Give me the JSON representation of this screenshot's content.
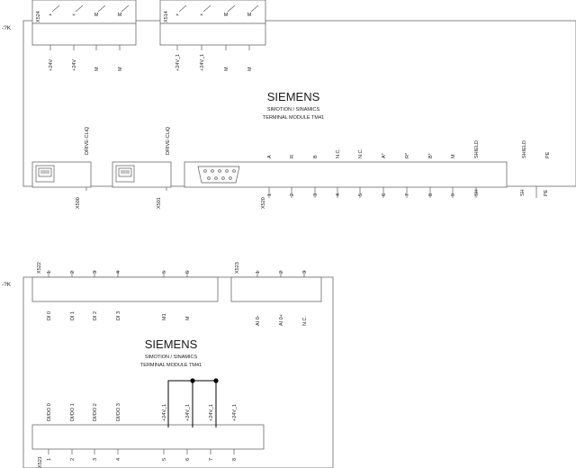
{
  "top_module": {
    "ref": "-?K",
    "brand": "SIEMENS",
    "line1": "SIMOTION / SINAMICS",
    "line2": "TERMINAL MODULE TM41",
    "x524": {
      "label": "X524",
      "pins": [
        "+",
        "+",
        "M",
        "M"
      ],
      "signals": [
        "+24V",
        "+24V",
        "M",
        "M"
      ]
    },
    "x514": {
      "label": "X514",
      "pins": [
        "+",
        "+",
        "M",
        "M"
      ],
      "signals": [
        "+24V_1",
        "+24V_1",
        "M",
        "M"
      ]
    },
    "x500": {
      "label": "X500",
      "drive": "DRIVE-CLiQ"
    },
    "x501": {
      "label": "X501",
      "drive": "DRIVE-CLiQ"
    },
    "x520": {
      "label": "X520",
      "signals": [
        "A",
        "R",
        "B",
        "N.C.",
        "N.C.",
        "A*",
        "R*",
        "B*",
        "M",
        "SHIELD"
      ],
      "pins": [
        "1",
        "2",
        "3",
        "4",
        "5",
        "6",
        "7",
        "8",
        "9",
        "SH"
      ]
    },
    "shield": {
      "signal": "SHIELD",
      "pin": "SH"
    },
    "pe": {
      "signal": "PE",
      "pin": "PE"
    }
  },
  "bottom_module": {
    "ref": "-?K",
    "brand": "SIEMENS",
    "line1": "SIMOTION / SINAMICS",
    "line2": "TERMINAL MODULE TM41",
    "x522": {
      "label": "X522",
      "pins": [
        "1",
        "2",
        "3",
        "4",
        "5",
        "6"
      ],
      "signals": [
        "DI 0",
        "DI 1",
        "DI 2",
        "DI 3",
        "M1",
        "M"
      ]
    },
    "x523": {
      "label": "X523",
      "pins": [
        "1",
        "2",
        "3"
      ],
      "signals": [
        "AI 0-",
        "AI 0+",
        "N.C."
      ]
    },
    "x521": {
      "label": "X521",
      "pins": [
        "1",
        "2",
        "3",
        "4",
        "5",
        "6",
        "7",
        "8"
      ],
      "signals": [
        "DI/DO 0",
        "DI/DO 1",
        "DI/DO 2",
        "DI/DO 3",
        "+24V_1",
        "+24V_1",
        "+24V_1",
        "+24V_1"
      ]
    }
  }
}
